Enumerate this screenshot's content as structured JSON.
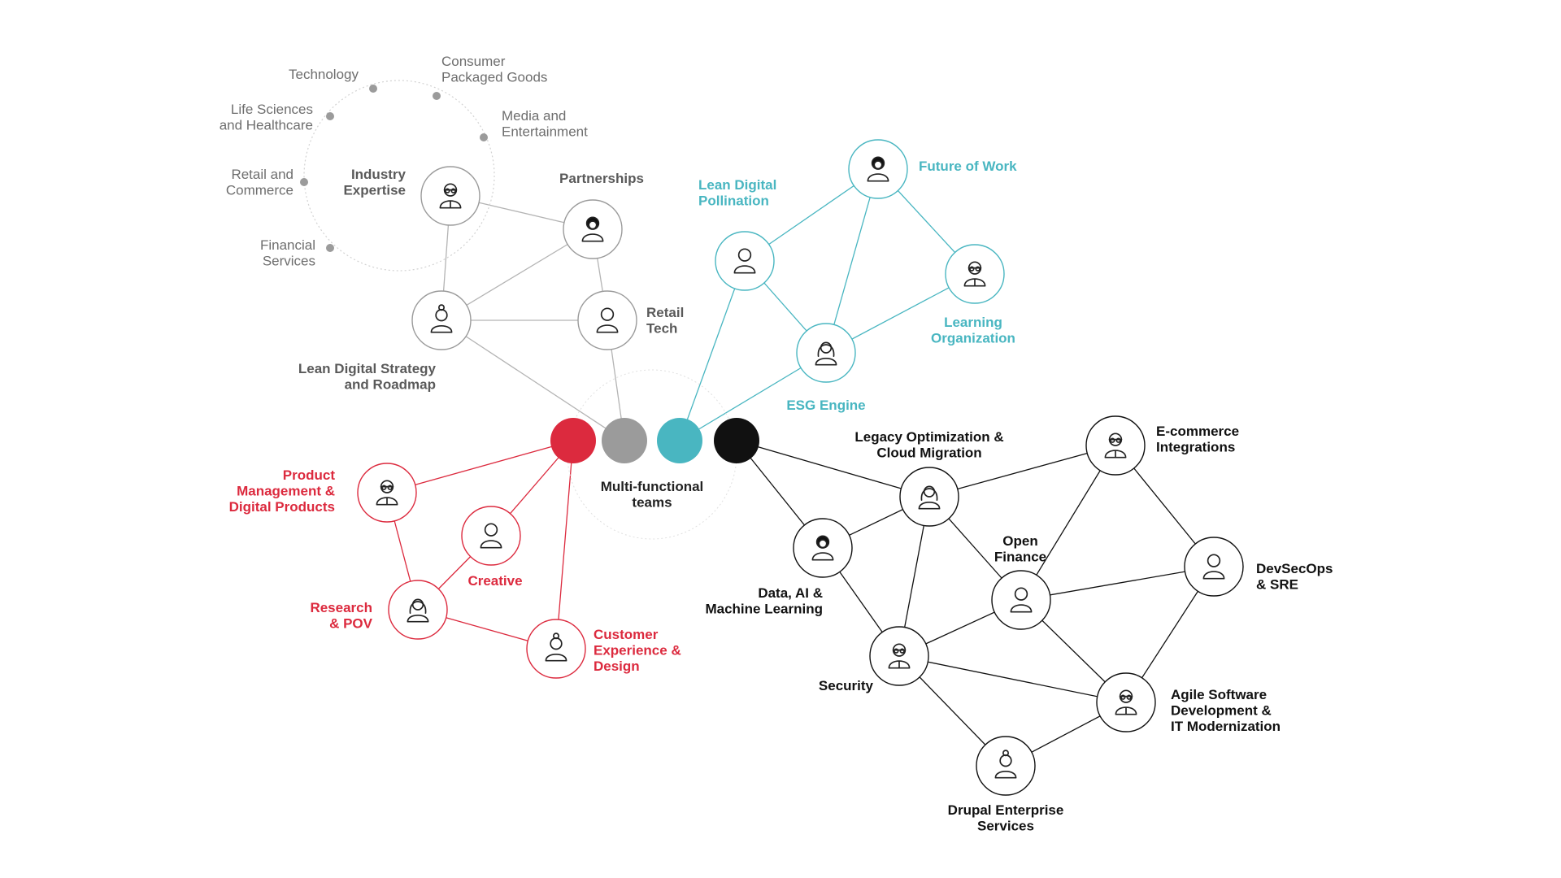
{
  "center": {
    "label": "Multi-functional teams"
  },
  "colors": {
    "gray": "#9b9b9b",
    "gray_line": "#b4b4b4",
    "dark_text": "#5a5a5a",
    "light_text": "#6e6e6e",
    "teal": "#49b6c1",
    "red": "#dc2a3e",
    "black": "#111111"
  },
  "industries": {
    "label": "Industry Expertise",
    "items": [
      "Technology",
      "Consumer Packaged Goods",
      "Media and Entertainment",
      "Life Sciences and Healthcare",
      "Retail and Commerce",
      "Financial Services"
    ]
  },
  "clusters": {
    "gray": [
      "Partnerships",
      "Retail Tech",
      "Lean Digital Strategy and Roadmap",
      "Industry Expertise"
    ],
    "teal": [
      "Lean Digital Pollination",
      "Future of Work",
      "Learning Organization",
      "ESG Engine"
    ],
    "red": [
      "Product Management & Digital Products",
      "Creative",
      "Research & POV",
      "Customer Experience & Design"
    ],
    "black": [
      "Legacy Optimization & Cloud Migration",
      "E-commerce Integrations",
      "DevSecOps & SRE",
      "Open Finance",
      "Data, AI & Machine Learning",
      "Security",
      "Agile Software Development & IT Modernization",
      "Drupal Enterprise Services"
    ]
  }
}
